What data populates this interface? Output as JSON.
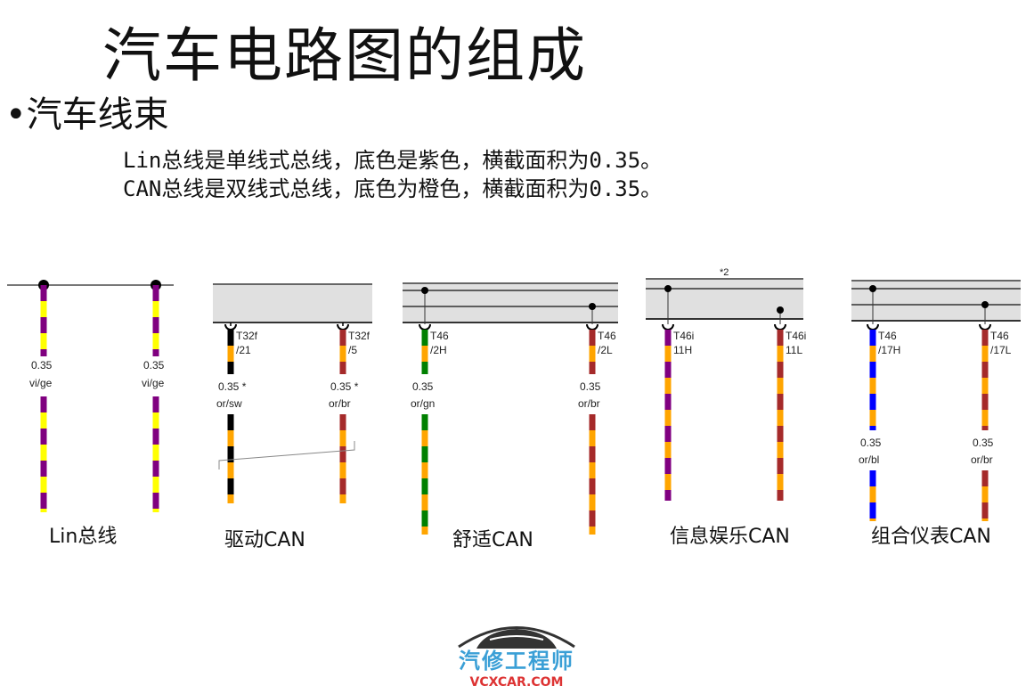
{
  "title": "汽车电路图的组成",
  "bullet": "•汽车线束",
  "lines": [
    "Lin总线是单线式总线，底色是紫色，横截面积为0.35。",
    "CAN总线是双线式总线，底色为橙色，横截面积为0.35。"
  ],
  "colors": {
    "orange": "#ffa500",
    "purple": "#800080",
    "yellow": "#ffff00",
    "black": "#000000",
    "brown": "#a52a2a",
    "green": "#008000",
    "blue": "#0000ff",
    "box": "#e0e0e0"
  },
  "groups": [
    {
      "caption": "Lin总线",
      "wires": [
        {
          "stripe": "purple",
          "base": "yellow",
          "size": "0.35",
          "code": "vi/ge"
        },
        {
          "stripe": "purple",
          "base": "yellow",
          "size": "0.35",
          "code": "vi/ge"
        }
      ]
    },
    {
      "caption": "驱动CAN",
      "wires": [
        {
          "stripe": "black",
          "base": "orange",
          "conn": "T32f",
          "pin": "/21",
          "size": "0.35 *",
          "code": "or/sw"
        },
        {
          "stripe": "brown",
          "base": "orange",
          "conn": "T32f",
          "pin": "/5",
          "size": "0.35 *",
          "code": "or/br"
        }
      ]
    },
    {
      "caption": "舒适CAN",
      "wires": [
        {
          "stripe": "green",
          "base": "orange",
          "conn": "T46",
          "pin": "/2H",
          "size": "0.35",
          "code": "or/gn"
        },
        {
          "stripe": "brown",
          "base": "orange",
          "conn": "T46",
          "pin": "/2L",
          "size": "0.35",
          "code": "or/br"
        }
      ]
    },
    {
      "caption": "信息娱乐CAN",
      "note": "*2",
      "wires": [
        {
          "stripe": "purple",
          "base": "orange",
          "conn": "T46i",
          "pin": "11H"
        },
        {
          "stripe": "brown",
          "base": "orange",
          "conn": "T46i",
          "pin": "11L"
        }
      ]
    },
    {
      "caption": "组合仪表CAN",
      "wires": [
        {
          "stripe": "blue",
          "base": "orange",
          "conn": "T46",
          "pin": "/17H",
          "size": "0.35",
          "code": "or/bl"
        },
        {
          "stripe": "brown",
          "base": "orange",
          "conn": "T46",
          "pin": "/17L",
          "size": "0.35",
          "code": "or/br"
        }
      ]
    }
  ],
  "logo": {
    "name": "汽修工程师",
    "site": "VCXCAR.COM"
  }
}
